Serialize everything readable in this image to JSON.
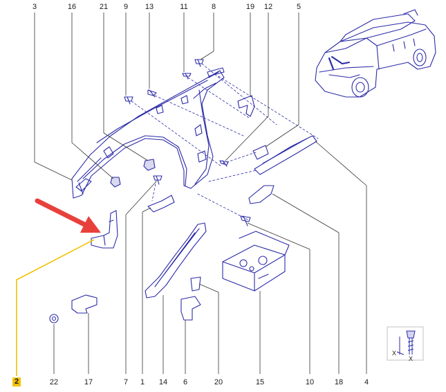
{
  "diagram": {
    "highlight_color": "#f2c200",
    "arrow_color": "#e8413c",
    "line_color": "#2a2aa8",
    "highlighted_part": "2",
    "top_labels": [
      "3",
      "16",
      "21",
      "9",
      "13",
      "11",
      "8",
      "19",
      "12",
      "5"
    ],
    "bottom_labels": [
      "2",
      "22",
      "17",
      "7",
      "1",
      "14",
      "6",
      "20",
      "15",
      "10",
      "18",
      "4"
    ],
    "legend_icon": "bolt-torque-icon",
    "legend_marks": [
      "X",
      "X"
    ],
    "car_icon": "hatchback-car-icon"
  }
}
